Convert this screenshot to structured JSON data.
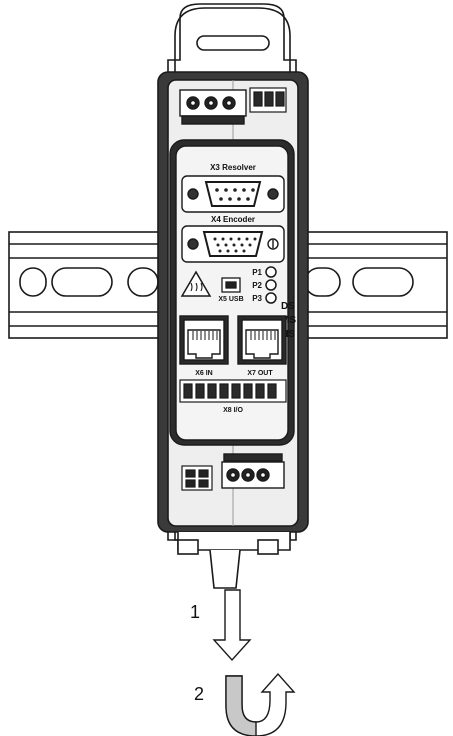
{
  "device": {
    "x3_label": "X3 Resolver",
    "x4_label": "X4 Encoder",
    "x5_label": "X5 USB",
    "p1_label": "P1",
    "p2_label": "P2",
    "p3_label": "P3",
    "ds_label": "DS",
    "ms_label": "MS",
    "ns_label": "NS",
    "x6_label": "X6 IN",
    "x7_label": "X7 OUT",
    "x8_label": "X8 I/O"
  },
  "steps": {
    "step1": "1",
    "step2": "2"
  },
  "colors": {
    "outline": "#1a1a1a",
    "body": "#3a3a3a",
    "panel": "#f2f2f2",
    "arrow2_fill": "#c8c8c8"
  }
}
